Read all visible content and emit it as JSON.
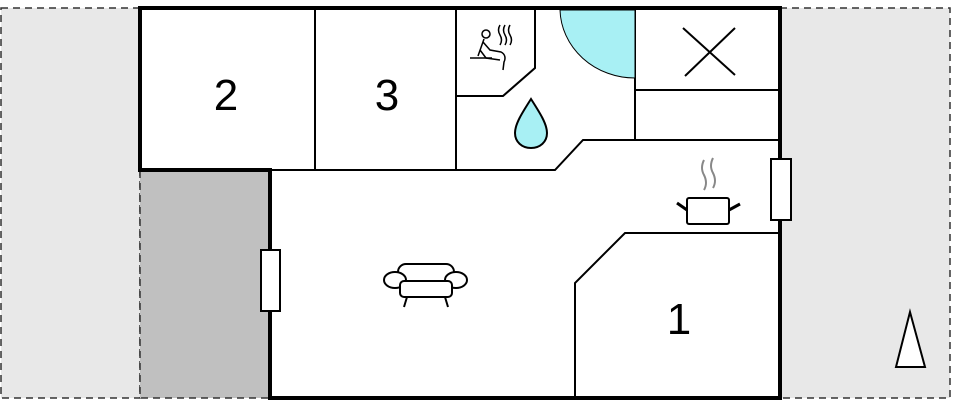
{
  "plan": {
    "rooms": [
      {
        "label": "2",
        "type": "bedroom"
      },
      {
        "label": "3",
        "type": "bedroom"
      },
      {
        "label": "1",
        "type": "bedroom"
      }
    ],
    "icons": [
      "sauna-icon",
      "shower-drop-icon",
      "shower-quarter-circle",
      "toilet-x-icon",
      "cooking-pot-icon",
      "sofa-icon",
      "north-arrow-icon",
      "window-icon"
    ],
    "colors": {
      "terrace": "#e8e8e8",
      "covered": "#c0c0c0",
      "water": "#a8f0f4",
      "wall": "#000000"
    }
  }
}
